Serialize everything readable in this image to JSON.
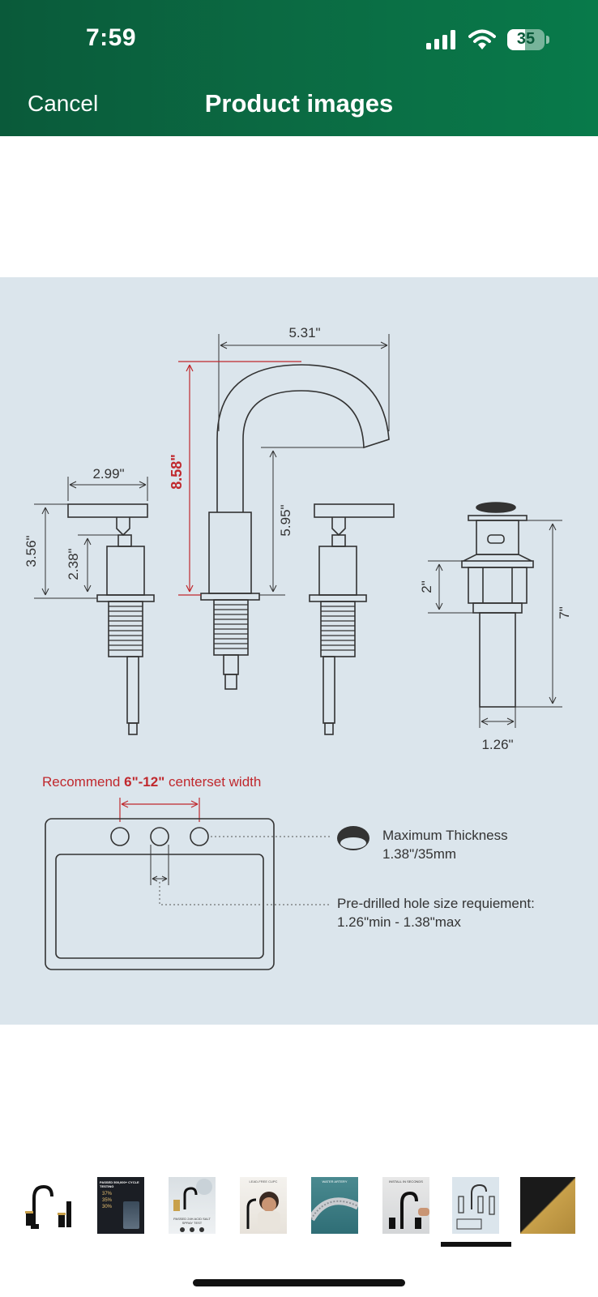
{
  "status_bar": {
    "time": "7:59",
    "battery": "35",
    "icons": [
      "signal-icon",
      "wifi-icon",
      "battery-icon"
    ]
  },
  "header": {
    "cancel_label": "Cancel",
    "title": "Product images"
  },
  "diagram": {
    "spout_width": "5.31\"",
    "total_height": "8.58\"",
    "spout_reach": "5.95\"",
    "handle_width": "2.99\"",
    "handle_height_outer": "3.56\"",
    "handle_height_inner": "2.38\"",
    "drain_upper": "2\"",
    "drain_length": "7\"",
    "drain_width": "1.26\"",
    "recommend_prefix": "Recommend ",
    "recommend_value": "6\"-12\"",
    "recommend_suffix": " centerset width",
    "max_thickness_label": "Maximum Thickness",
    "max_thickness_value": "1.38\"/35mm",
    "hole_size_label": "Pre-drilled hole size requiement:",
    "hole_size_value": "1.26\"min - 1.38\"max",
    "colors": {
      "background": "#dbe5ec",
      "line": "#333333",
      "accent": "#c0282d"
    }
  },
  "thumbnails": [
    {
      "name": "thumbnail-faucet-set"
    },
    {
      "name": "thumbnail-cycle-testing",
      "title": "PASSED 500,000+ CYCLE TESTING",
      "stats": [
        "37%",
        "35%",
        "30%"
      ]
    },
    {
      "name": "thumbnail-salt-spray",
      "caption": "PASSED 24H ACID SALT SPRAY TEST"
    },
    {
      "name": "thumbnail-lead-free",
      "caption": "LEAD-FREE CUPC"
    },
    {
      "name": "thumbnail-water-artery",
      "caption": "WATER ARTERY"
    },
    {
      "name": "thumbnail-install",
      "caption": "INSTALL IN SECONDS"
    },
    {
      "name": "thumbnail-dimensions",
      "selected": true
    },
    {
      "name": "thumbnail-finish"
    }
  ]
}
